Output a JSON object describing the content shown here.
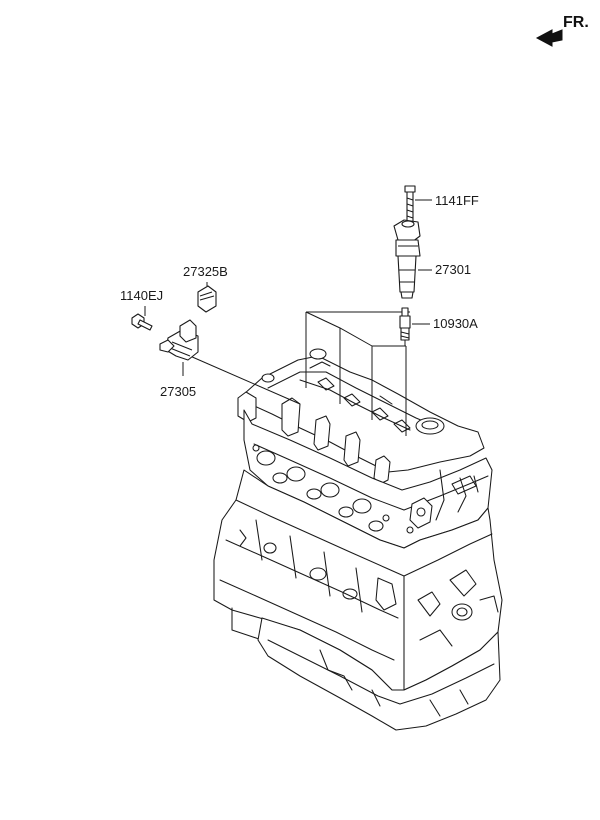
{
  "direction_label": "FR.",
  "parts": {
    "coil_bolt": "1141FF",
    "ignition_coil": "27301",
    "spark_plug": "10930A",
    "sensor_connector": "27325B",
    "bracket_bolt": "1140EJ",
    "sensor_bracket": "27305"
  }
}
